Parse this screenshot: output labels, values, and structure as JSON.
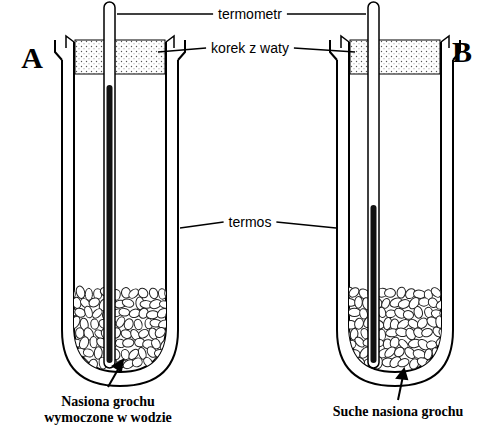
{
  "diagram": {
    "labels": [
      "A",
      "termometr",
      "B",
      "korek z waty",
      "termos",
      "Nasiona grochu wymoczone w wodzie",
      "Suche nasiona grochu"
    ]
  }
}
